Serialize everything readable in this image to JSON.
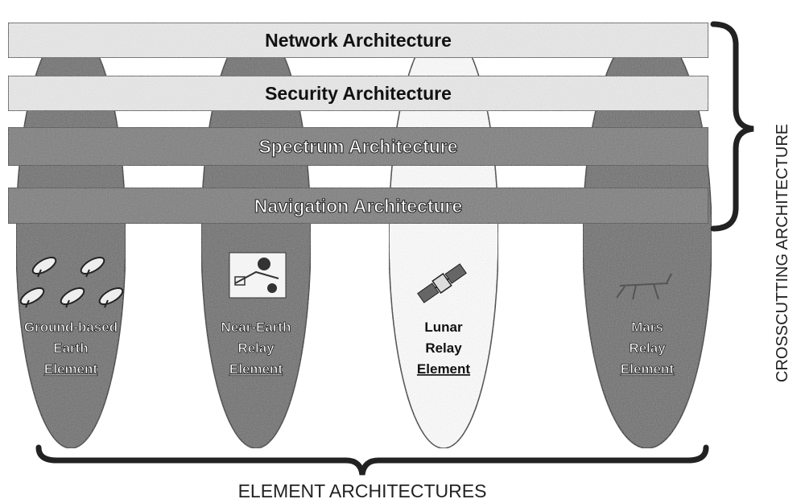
{
  "diagram": {
    "crosscutting_layers": [
      {
        "label": "Network Architecture",
        "shade": "light"
      },
      {
        "label": "Security Architecture",
        "shade": "light"
      },
      {
        "label": "Spectrum Architecture",
        "shade": "dark"
      },
      {
        "label": "Navigation Architecture",
        "shade": "dark"
      }
    ],
    "elements": [
      {
        "lines": [
          "Ground-based",
          "Earth",
          "Element"
        ],
        "icon": "satellite-dish-array-icon",
        "shade": "dark"
      },
      {
        "lines": [
          "Near-Earth",
          "Relay",
          "Element"
        ],
        "icon": "near-earth-relay-icon",
        "shade": "dark"
      },
      {
        "lines": [
          "Lunar",
          "Relay",
          "Element"
        ],
        "icon": "satellite-icon",
        "shade": "light"
      },
      {
        "lines": [
          "Mars",
          "Relay",
          "Element"
        ],
        "icon": "mars-rover-icon",
        "shade": "dark"
      }
    ],
    "bottom_caption": "ELEMENT ARCHITECTURES",
    "side_caption": "CROSSCUTTING ARCHITECTURE",
    "colors": {
      "light_band": "#ebebeb",
      "dark_band": "#7a7a7a",
      "dark_element": "#6b6b6b",
      "light_element": "#ffffff",
      "outline": "#1a1a1a"
    }
  }
}
